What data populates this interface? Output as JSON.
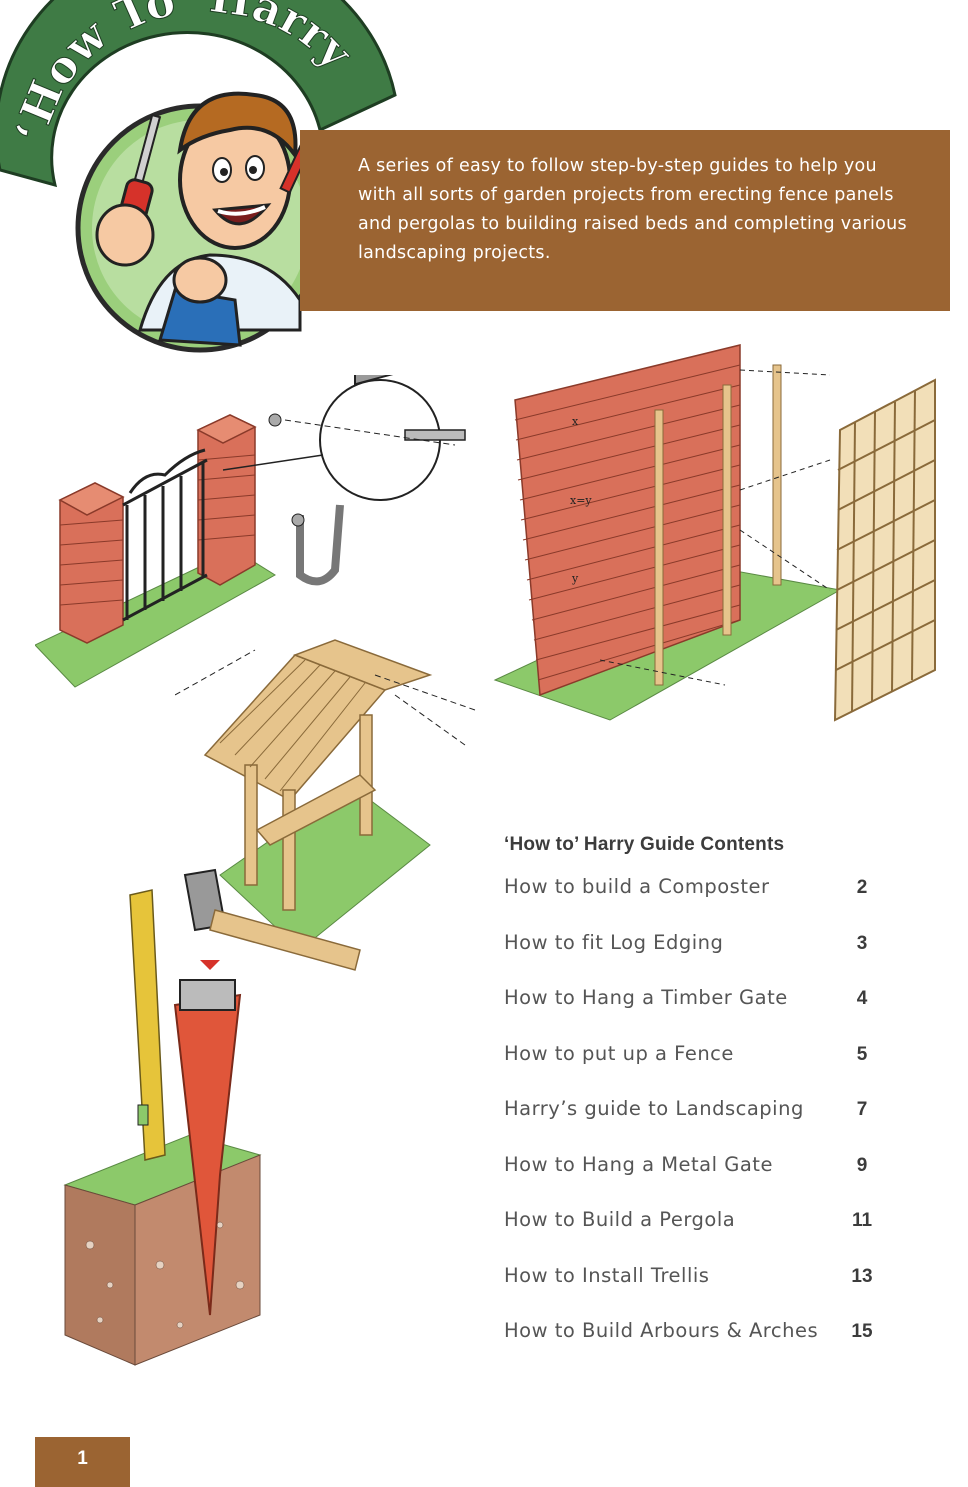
{
  "logo": {
    "text": "‘How To’ Harry",
    "alt": "How To Harry mascot logo"
  },
  "intro": {
    "text": "A series of easy to follow step-by-step guides to help you with all sorts of garden projects from erecting fence panels and pergolas to building raised beds and completing various landscaping projects."
  },
  "contents": {
    "title": "‘How to’ Harry Guide Contents",
    "items": [
      {
        "label": "How to build a Composter",
        "page": "2"
      },
      {
        "label": "How to fit Log Edging",
        "page": "3"
      },
      {
        "label": "How to Hang a Timber Gate",
        "page": "4"
      },
      {
        "label": "How to put up a Fence",
        "page": "5"
      },
      {
        "label": "Harry’s guide to Landscaping",
        "page": "7"
      },
      {
        "label": "How to Hang a Metal Gate",
        "page": "9"
      },
      {
        "label": "How to Build a Pergola",
        "page": "11"
      },
      {
        "label": "How to Install Trellis",
        "page": "13"
      },
      {
        "label": "How to Build Arbours & Arches",
        "page": "15"
      }
    ]
  },
  "diagram_labels": {
    "wall_x": "x",
    "wall_xy": "x=y",
    "wall_y": "y"
  },
  "page_number": "1",
  "colors": {
    "brown": "#9b6432",
    "green": "#3f7b45",
    "grass": "#8cc96a",
    "brick": "#d9705a",
    "timber": "#e6c48c"
  }
}
